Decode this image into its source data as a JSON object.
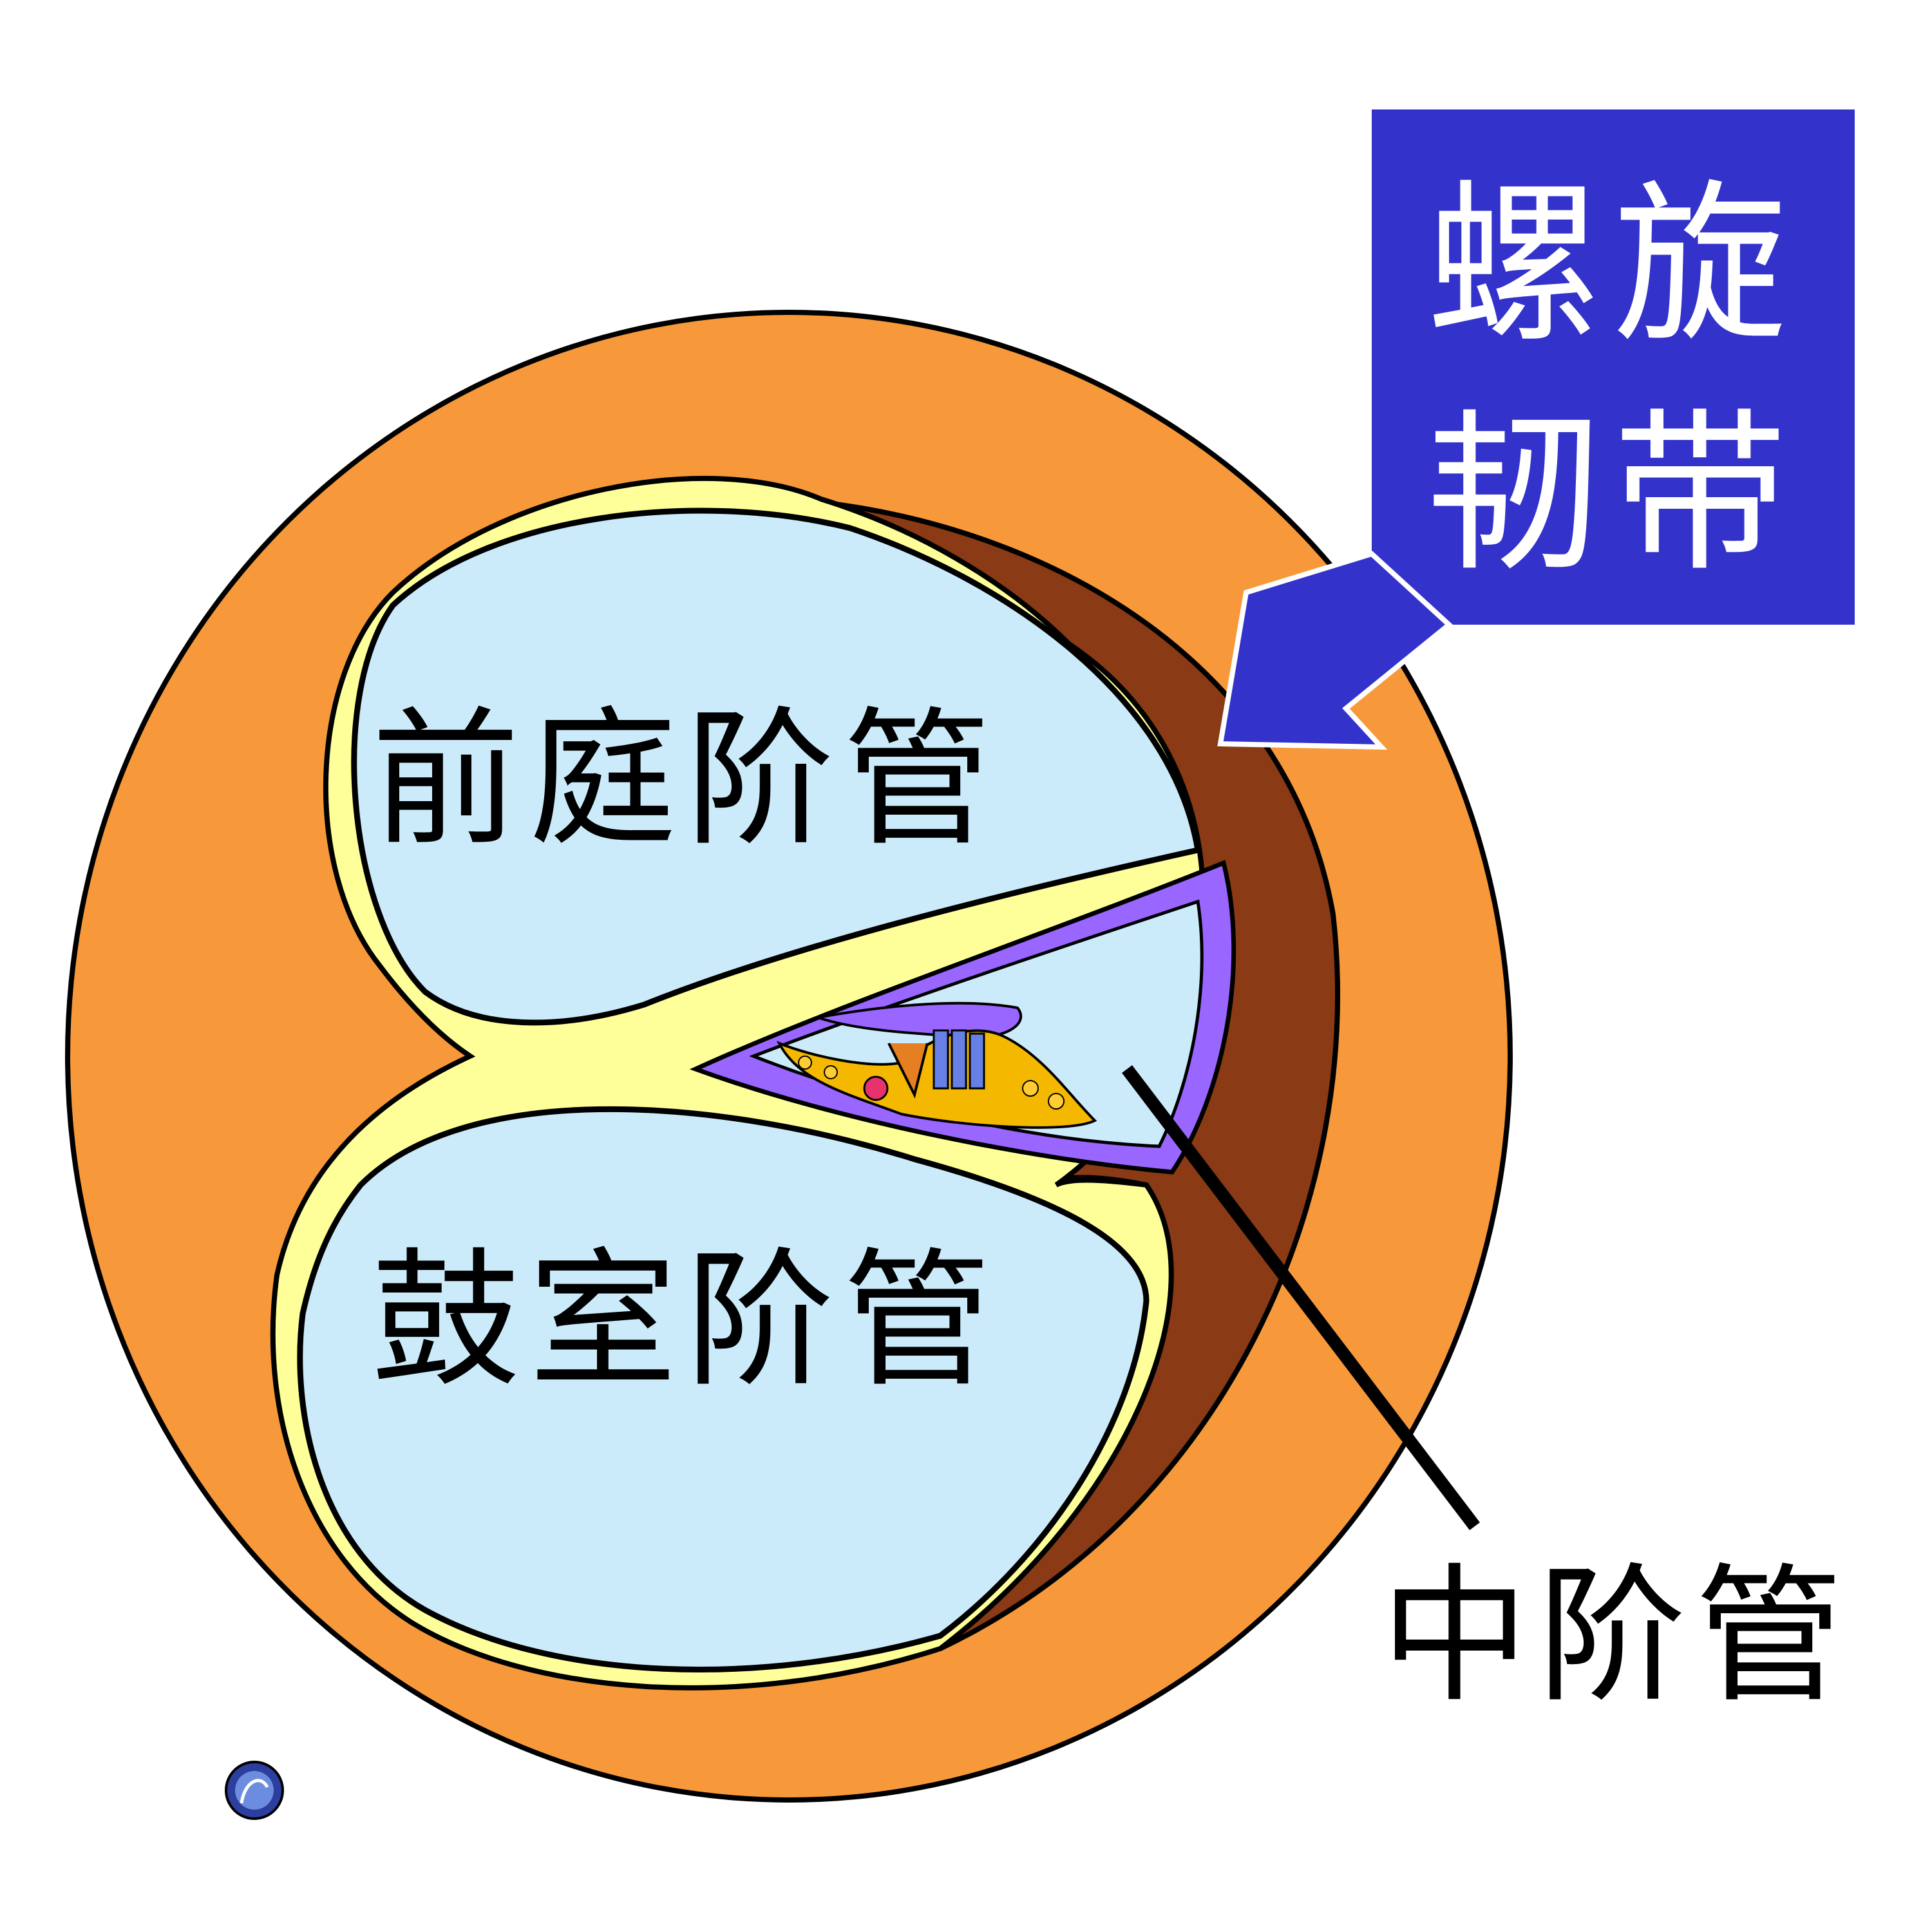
{
  "labels": {
    "scala_vestibuli": "前庭阶管",
    "scala_tympani": "鼓室阶管",
    "scala_media": "中阶管",
    "spiral_ligament_line1": "螺旋",
    "spiral_ligament_line2": "韧带"
  },
  "colors": {
    "bone": "#F7993A",
    "membrane": "#FFFF99",
    "fluid": "#CCEBFA",
    "ligament": "#8A3A14",
    "scala_media_wall": "#9966FF",
    "callout_box": "#3333CC",
    "organ_of_corti": "#F5B800"
  }
}
